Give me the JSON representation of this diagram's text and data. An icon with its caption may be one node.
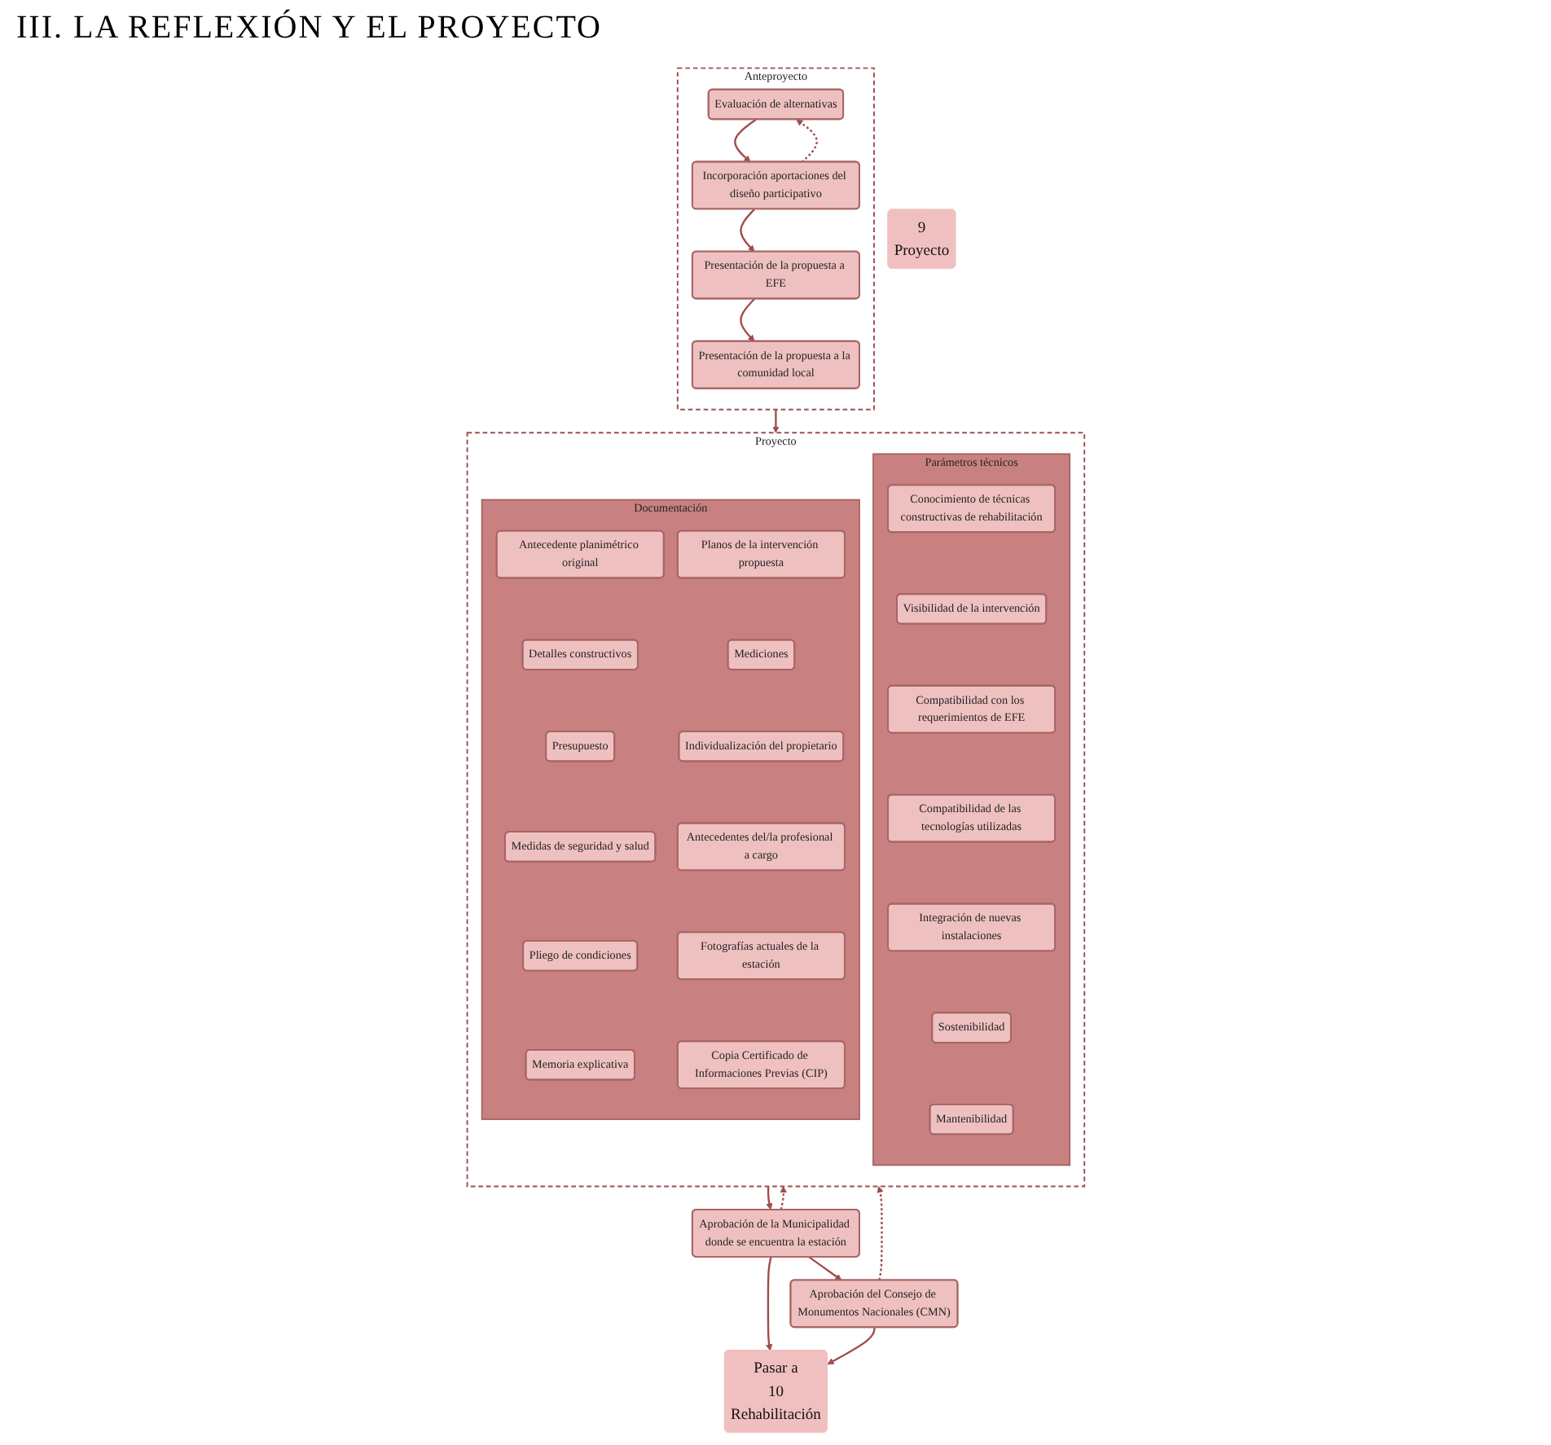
{
  "diagram": {
    "title": "III. LA REFLEXIÓN Y EL PROYECTO",
    "nodes": [
      {
        "text": [
          "9",
          "Proyecto"
        ]
      },
      {
        "text": [
          "Anteproyecto"
        ]
      },
      {
        "text": [
          "Evaluación de alternativas"
        ],
        "in": 1
      },
      {
        "text": [
          "Incorporación aportaciones del diseño participativo"
        ],
        "in": 1
      },
      {
        "text": [
          "Presentación de la propuesta a EFE"
        ],
        "in": 1
      },
      {
        "text": [
          "Presentación de la propuesta a la comunidad local"
        ],
        "in": 1
      },
      {
        "text": [
          "Proyecto"
        ]
      },
      {
        "text": [
          "Parámetros técnicos"
        ],
        "in": 6
      },
      {
        "text": [
          "Conocimiento de técnicas constructivas de rehabilitación"
        ],
        "in": 7
      },
      {
        "text": [
          "Visibilidad de la intervención"
        ],
        "in": 7
      },
      {
        "text": [
          "Compatibilidad con los requerimientos de EFE"
        ],
        "in": 7
      },
      {
        "text": [
          "Compatibilidad de las tecnologías utilizadas"
        ],
        "in": 7
      },
      {
        "text": [
          "Integración de nuevas instalaciones"
        ],
        "in": 7
      },
      {
        "text": [
          "Sostenibilidad"
        ],
        "in": 7
      },
      {
        "text": [
          "Mantenibilidad"
        ],
        "in": 7
      },
      {
        "text": [
          "Documentación"
        ],
        "in": 6
      },
      {
        "text": [
          "Antecedente planimétrico original"
        ],
        "in": 15
      },
      {
        "text": [
          "Planos de la intervención propuesta"
        ],
        "in": 15
      },
      {
        "text": [
          "Detalles constructivos"
        ],
        "in": 15
      },
      {
        "text": [
          "Mediciones"
        ],
        "in": 15
      },
      {
        "text": [
          "Presupuesto"
        ],
        "in": 15
      },
      {
        "text": [
          "Individualización del propietario"
        ],
        "in": 15
      },
      {
        "text": [
          "Medidas de seguridad y salud"
        ],
        "in": 15
      },
      {
        "text": [
          "Antecedentes del/la profesional a cargo"
        ],
        "in": 15
      },
      {
        "text": [
          "Pliego de condiciones"
        ],
        "in": 15
      },
      {
        "text": [
          "Fotografías actuales de la estación"
        ],
        "in": 15
      },
      {
        "text": [
          "Memoria explicativa"
        ],
        "in": 15
      },
      {
        "text": [
          "Copia Certificado de Informaciones Previas (CIP)"
        ],
        "in": 15
      },
      {
        "text": [
          "Aprobación de la Municipalidad donde se encuentra la estación"
        ]
      },
      {
        "text": [
          "Aprobación del Consejo de Monumentos Nacionales (CMN)"
        ]
      },
      {
        "text": [
          "Pasar a",
          "10",
          "Rehabilitación"
        ]
      }
    ],
    "edges": [
      {
        "from": 2,
        "to": 3,
        "arrow": "to"
      },
      {
        "from": 3,
        "to": 2,
        "arrow": "to",
        "style": "dashed"
      },
      {
        "from": 3,
        "to": 4,
        "arrow": "to"
      },
      {
        "from": 4,
        "to": 5,
        "arrow": "to"
      },
      {
        "from": 1,
        "to": 6,
        "arrow": "to"
      },
      {
        "from": 6,
        "to": 28,
        "arrow": "to"
      },
      {
        "from": 28,
        "to": 6,
        "arrow": "to",
        "style": "dashed"
      },
      {
        "from": 29,
        "to": 6,
        "arrow": "to",
        "style": "dashed"
      },
      {
        "from": 28,
        "to": 29,
        "arrow": "to"
      },
      {
        "from": 28,
        "to": 30,
        "arrow": "to"
      },
      {
        "from": 29,
        "to": 30,
        "arrow": "to"
      }
    ]
  }
}
